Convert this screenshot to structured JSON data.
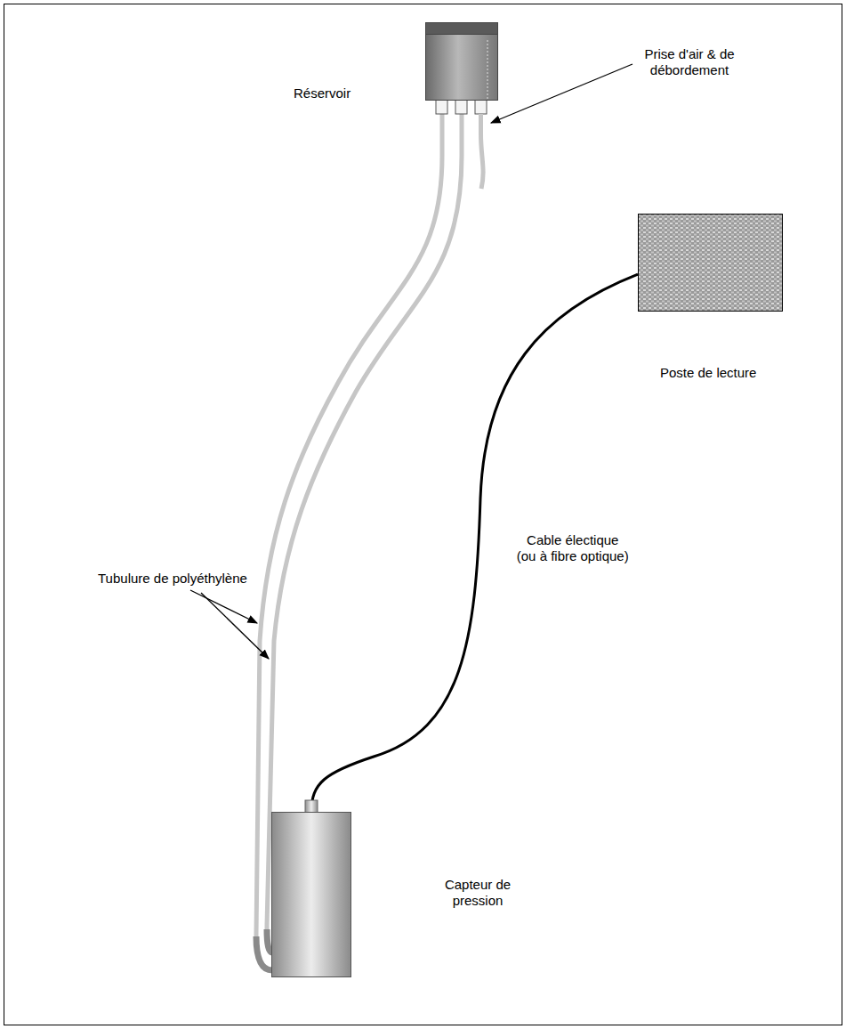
{
  "diagram": {
    "nodes": [
      {
        "text": [
          "Réservoir"
        ]
      },
      {
        "text": [
          "Poste de lecture"
        ]
      },
      {
        "text": [
          "Capteur de pression"
        ]
      }
    ],
    "edges": [
      {
        "from": 0,
        "to": 2,
        "arrow": "none"
      },
      {
        "from": 0,
        "to": 2,
        "arrow": "none"
      },
      {
        "from": 1,
        "to": 2,
        "arrow": "none",
        "label": "Cable électique (ou à fibre optique)"
      }
    ],
    "labels": [
      "Prise d'air & de débordement",
      "Tubulure de polyéthylène"
    ]
  }
}
